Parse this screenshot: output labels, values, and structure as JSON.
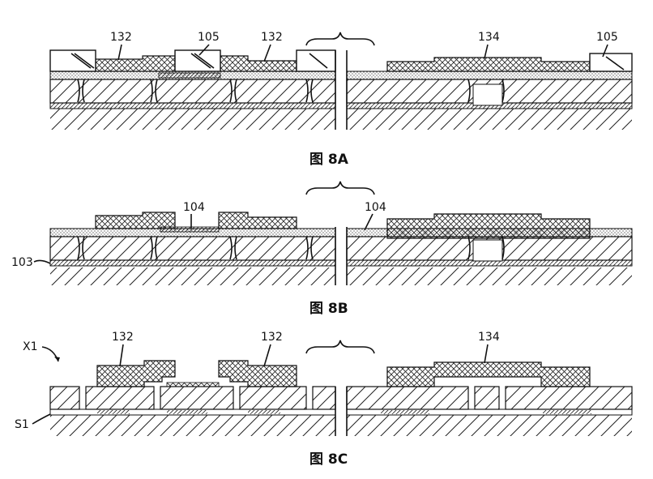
{
  "figure_8A": {
    "caption": "图 8A",
    "labels": {
      "l132a": "132",
      "l105a": "105",
      "l132b": "132",
      "l134": "134",
      "l105b": "105"
    }
  },
  "figure_8B": {
    "caption": "图 8B",
    "labels": {
      "l104a": "104",
      "l104b": "104",
      "l103": "103"
    }
  },
  "figure_8C": {
    "caption": "图 8C",
    "labels": {
      "lX1": "X1",
      "l132a": "132",
      "l132b": "132",
      "l134": "134",
      "lS1": "S1"
    }
  }
}
